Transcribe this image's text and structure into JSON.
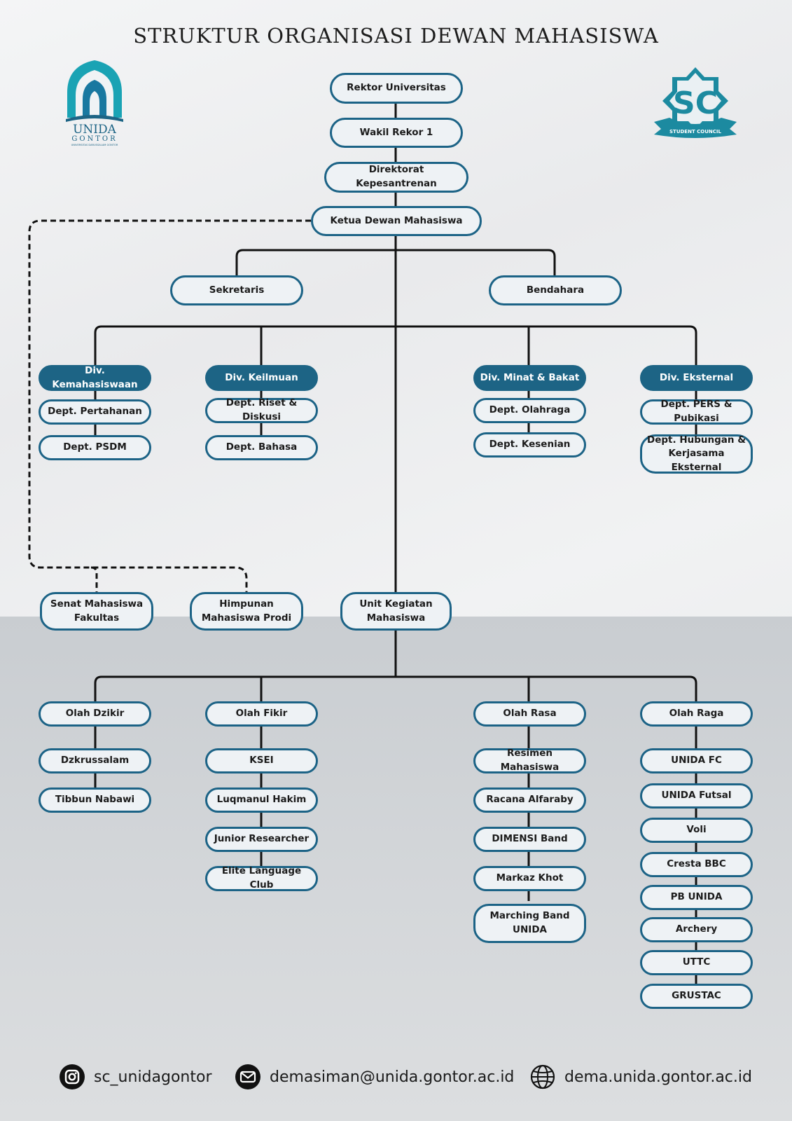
{
  "title": "STRUKTUR ORGANISASI DEWAN MAHASISWA",
  "logos": {
    "left_text": "UNIDA",
    "left_sub": "GONTOR",
    "left_small": "UNIVERSITAS DARUSSALAM GONTOR",
    "right_text": "SC",
    "right_ribbon": "STUDENT COUNCIL"
  },
  "nodes": {
    "rektor": "Rektor Universitas",
    "wakil": "Wakil Rekor 1",
    "direktorat": "Direktorat Kepesantrenan",
    "ketua": "Ketua Dewan Mahasiswa",
    "sekretaris": "Sekretaris",
    "bendahara": "Bendahara",
    "div_kemahasiswaan": "Div. Kemahasiswaan",
    "div_keilmuan": "Div. Keilmuan",
    "div_minat": "Div. Minat & Bakat",
    "div_eksternal": "Div. Eksternal",
    "dept_pertahanan": "Dept. Pertahanan",
    "dept_psdm": "Dept. PSDM",
    "dept_riset": "Dept. Riset & Diskusi",
    "dept_bahasa": "Dept. Bahasa",
    "dept_olahraga": "Dept. Olahraga",
    "dept_kesenian": "Dept. Kesenian",
    "dept_pers": "Dept. PERS & Pubikasi",
    "dept_hubungan": "Dept. Hubungan & Kerjasama Eksternal",
    "senat": "Senat Mahasiswa Fakultas",
    "himpunan": "Himpunan Mahasiswa Prodi",
    "ukm": "Unit Kegiatan Mahasiswa",
    "olah_dzikir": "Olah Dzikir",
    "olah_fikir": "Olah Fikir",
    "olah_rasa": "Olah Rasa",
    "olah_raga": "Olah Raga",
    "dzkrussalam": "Dzkrussalam",
    "tibbun": "Tibbun Nabawi",
    "ksei": "KSEI",
    "luqmanul": "Luqmanul Hakim",
    "junior": "Junior Researcher",
    "elite": "Elite Language Club",
    "resimen": "Resimen Mahasiswa",
    "racana": "Racana Alfaraby",
    "dimensi": "DIMENSI Band",
    "markaz": "Markaz Khot",
    "marching": "Marching Band UNIDA",
    "unida_fc": "UNIDA FC",
    "unida_futsal": "UNIDA Futsal",
    "voli": "Voli",
    "cresta": "Cresta BBC",
    "pb_unida": "PB UNIDA",
    "archery": "Archery",
    "uttc": "UTTC",
    "grustac": "GRUSTAC"
  },
  "footer": {
    "instagram": "sc_unidagontor",
    "email": "demasiman@unida.gontor.ac.id",
    "website": "dema.unida.gontor.ac.id"
  },
  "colors": {
    "accent": "#1d6485",
    "line": "#111111",
    "node_bg": "#eef2f5"
  }
}
